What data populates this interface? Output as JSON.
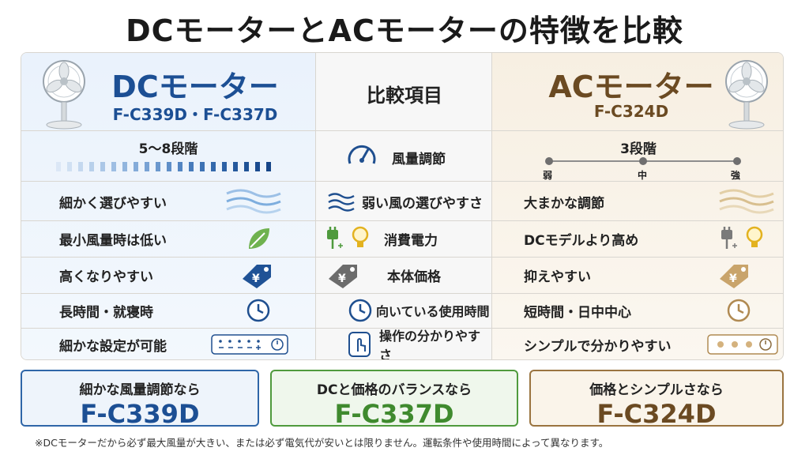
{
  "title": "DCモーターとACモーターの特徴を比較",
  "dc": {
    "title": "DCモーター",
    "models": "F-C339D・F-C337D",
    "rows": [
      "5〜8段階",
      "細かく選びやすい",
      "最小風量時は低い",
      "高くなりやすい",
      "長時間・就寝時",
      "細かな設定が可能"
    ]
  },
  "middle": {
    "header": "比較項目",
    "rows": [
      "風量調節",
      "弱い風の選びやすさ",
      "消費電力",
      "本体価格",
      "向いている使用時間",
      "操作の分かりやすさ"
    ]
  },
  "ac": {
    "title": "ACモーター",
    "model": "F-C324D",
    "rows": [
      "3段階",
      "大まかな調節",
      "DCモデルより高め",
      "抑えやすい",
      "短時間・日中中心",
      "シンプルで分かりやすい"
    ],
    "levels": [
      "弱",
      "中",
      "強"
    ]
  },
  "recommendations": [
    {
      "label": "細かな風量調節なら",
      "model": "F-C339D"
    },
    {
      "label": "DCと価格のバランスなら",
      "model": "F-C337D"
    },
    {
      "label": "価格とシンプルさなら",
      "model": "F-C324D"
    }
  ],
  "note": "※DCモーターだから必ず最大風量が大きい、または必ず電気代が安いとは限りません。運転条件や使用時間によって異なります。",
  "colors": {
    "dc": "#1c4f94",
    "ac": "#6b4a22",
    "green": "#4f9a3d"
  },
  "icons": {
    "dc": [
      "fan-icon",
      "wind-icon",
      "leaf-icon",
      "price-tag-icon",
      "clock-icon",
      "control-panel-icon"
    ],
    "middle": [
      "gauge-icon",
      "wind-icon",
      "plug-bulb-icon",
      "price-tag-icon",
      "clock-icon",
      "touch-icon"
    ],
    "ac": [
      "fan-icon",
      "wind-icon",
      "plug-bulb-icon",
      "price-tag-icon",
      "clock-icon",
      "control-panel-icon"
    ]
  }
}
